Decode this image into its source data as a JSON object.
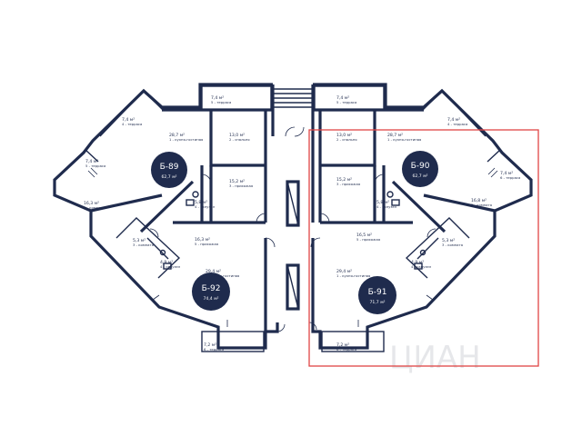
{
  "apartments": [
    {
      "id": "b89",
      "title": "Б-89",
      "area": "62,7 м²"
    },
    {
      "id": "b90",
      "title": "Б-90",
      "area": "62,7 м²"
    },
    {
      "id": "b91",
      "title": "Б-91",
      "area": "71,7 м²"
    },
    {
      "id": "b92",
      "title": "Б-92",
      "area": "74,4 м²"
    }
  ],
  "rooms": [
    {
      "id": "r89-terr-top",
      "area": "7,4 м²",
      "name": "5 - терраса"
    },
    {
      "id": "r89-terr-nw",
      "area": "7,4 м²",
      "name": "4 - терраса"
    },
    {
      "id": "r89-terr-w",
      "area": "7,4 м²",
      "name": "5 - терраса"
    },
    {
      "id": "r89-kitchen",
      "area": "28,7 м²",
      "name": "1 - кухня-гостиная"
    },
    {
      "id": "r89-bedroom",
      "area": "13,0 м²",
      "name": "2 - спальня"
    },
    {
      "id": "r89-hall",
      "area": "15,2 м²",
      "name": "3 - прихожая"
    },
    {
      "id": "r89-bath",
      "area": "5,8 м²",
      "name": "4 - санузел"
    },
    {
      "id": "r92-room",
      "area": "16,3 м²",
      "name": "2 - комната"
    },
    {
      "id": "r92-room3",
      "area": "5,3 м²",
      "name": "3 - комната"
    },
    {
      "id": "r92-bath",
      "area": "4,9 м²",
      "name": "4 - санузел"
    },
    {
      "id": "r92-hall",
      "area": "16,3 м²",
      "name": "5 - прихожая"
    },
    {
      "id": "r92-kitchen",
      "area": "29,4 м²",
      "name": "1 - кухня-гостиная"
    },
    {
      "id": "r92-terr",
      "area": "7,2 м²",
      "name": "6 - терраса"
    },
    {
      "id": "r90-terr-top",
      "area": "7,4 м²",
      "name": "5 - терраса"
    },
    {
      "id": "r90-terr-ne",
      "area": "7,4 м²",
      "name": "4 - терраса"
    },
    {
      "id": "r90-terr-e",
      "area": "7,4 м²",
      "name": "6 - терраса"
    },
    {
      "id": "r90-bedroom",
      "area": "13,0 м²",
      "name": "2 - спальня"
    },
    {
      "id": "r90-kitchen",
      "area": "28,7 м²",
      "name": "1 - кухня-гостиная"
    },
    {
      "id": "r90-hall",
      "area": "15,2 м²",
      "name": "3 - прихожая"
    },
    {
      "id": "r90-bath",
      "area": "5,8 м²",
      "name": "4 - санузел"
    },
    {
      "id": "r91-room",
      "area": "16,8 м²",
      "name": "2 - комната"
    },
    {
      "id": "r91-hall",
      "area": "16,5 м²",
      "name": "5 - прихожая"
    },
    {
      "id": "r91-room3",
      "area": "5,3 м²",
      "name": "3 - комната"
    },
    {
      "id": "r91-bath",
      "area": "4,9 м²",
      "name": "4 - санузел"
    },
    {
      "id": "r91-kitchen",
      "area": "29,4 м²",
      "name": "1 - кухня-гостиная"
    },
    {
      "id": "r91-terr",
      "area": "7,2 м²",
      "name": "6 - терраса"
    }
  ],
  "colors": {
    "walls": "#1f2b4d",
    "badge": "#1f2b4d",
    "highlight": "#e04545",
    "watermark": "#e6e7ea"
  },
  "watermark": "ЦИАН"
}
